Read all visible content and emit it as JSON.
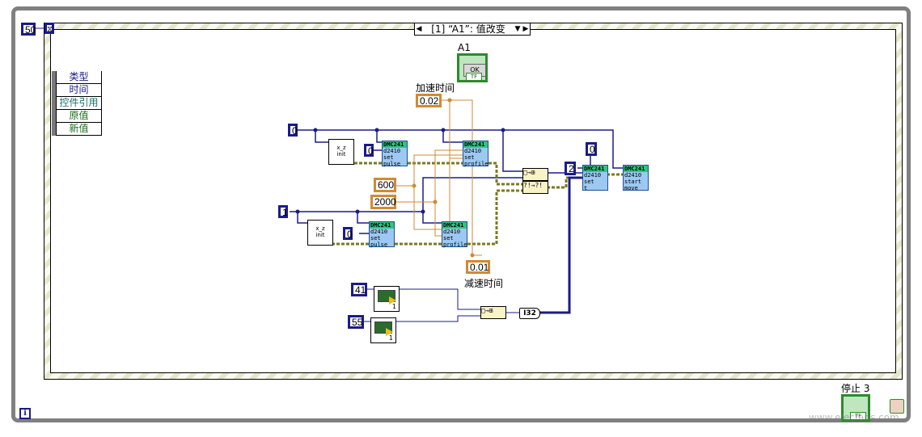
{
  "diagram": {
    "loop_timeout": "50",
    "event_selector": {
      "label": "[1] “A1”: 值改变",
      "left_arrow": "◀",
      "dropdown_arrow": "▼",
      "right_arrow": "▶"
    },
    "event_data_node": [
      "类型",
      "时间",
      "控件引用",
      "原值",
      "新值"
    ],
    "controls": {
      "a1_label": "A1",
      "a1_button": "OK",
      "tf": "TF",
      "stop_label": "停止 3"
    },
    "labels": {
      "accel_time": "加速时间",
      "decel_time": "减速时间"
    },
    "constants": {
      "axis0": "0",
      "axis1": "1",
      "pulse0_a": "0",
      "pulse0_b": "0",
      "accel": "0.02",
      "decel": "0.01",
      "speed_low": "600",
      "speed_high": "2000",
      "two": "2",
      "zero_right": "0",
      "c41": "41",
      "c55": "55"
    },
    "subvis": {
      "init": [
        "x_z",
        "init"
      ],
      "set_pulse": [
        "DMC241",
        "d2410",
        "set",
        "pulse"
      ],
      "set_profile": [
        "DMC241",
        "d2410",
        "set",
        "profile"
      ],
      "set_t": [
        "DMC241",
        "d2410",
        "set",
        "t"
      ],
      "start_move": [
        "DMC241",
        "d2410",
        "start",
        "move"
      ]
    },
    "conversion": "I32",
    "waveform_index": "1",
    "info_icon": "i",
    "watermark": "www.elecfans.com"
  }
}
